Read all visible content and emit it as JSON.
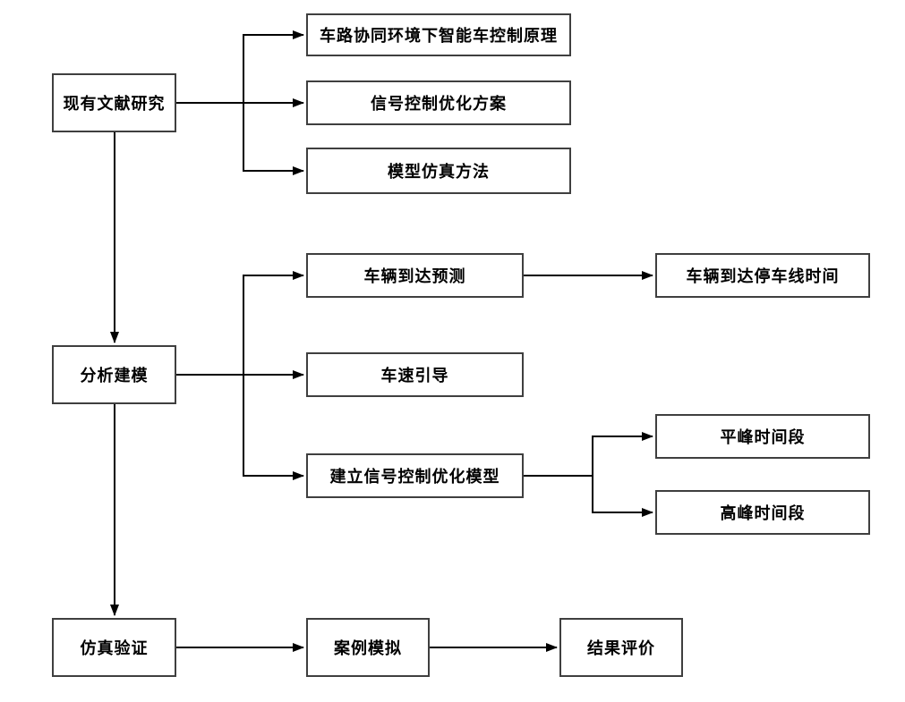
{
  "diagram": {
    "colors": {
      "background": "#ffffff",
      "node_fill": "#ffffff",
      "node_border": "#3f3f3f",
      "text": "#000000",
      "connector": "#000000"
    },
    "nodes": [
      {
        "id": "literature-research",
        "label": "现有文献研究"
      },
      {
        "id": "vehicle-road-principle",
        "label": "车路协同环境下智能车控制原理"
      },
      {
        "id": "signal-optimization-scheme",
        "label": "信号控制优化方案"
      },
      {
        "id": "model-simulation-method",
        "label": "模型仿真方法"
      },
      {
        "id": "analysis-modeling",
        "label": "分析建模"
      },
      {
        "id": "vehicle-arrival-prediction",
        "label": "车辆到达预测"
      },
      {
        "id": "arrival-stopline-time",
        "label": "车辆到达停车线时间"
      },
      {
        "id": "speed-guidance",
        "label": "车速引导"
      },
      {
        "id": "signal-optimization-model",
        "label": "建立信号控制优化模型"
      },
      {
        "id": "offpeak-period",
        "label": "平峰时间段"
      },
      {
        "id": "peak-period",
        "label": "高峰时间段"
      },
      {
        "id": "simulation-verification",
        "label": "仿真验证"
      },
      {
        "id": "case-simulation",
        "label": "案例模拟"
      },
      {
        "id": "result-evaluation",
        "label": "结果评价"
      }
    ],
    "edges": [
      {
        "from": "literature-research",
        "to": "vehicle-road-principle"
      },
      {
        "from": "literature-research",
        "to": "signal-optimization-scheme"
      },
      {
        "from": "literature-research",
        "to": "model-simulation-method"
      },
      {
        "from": "literature-research",
        "to": "analysis-modeling"
      },
      {
        "from": "analysis-modeling",
        "to": "vehicle-arrival-prediction"
      },
      {
        "from": "analysis-modeling",
        "to": "speed-guidance"
      },
      {
        "from": "analysis-modeling",
        "to": "signal-optimization-model"
      },
      {
        "from": "vehicle-arrival-prediction",
        "to": "arrival-stopline-time"
      },
      {
        "from": "signal-optimization-model",
        "to": "offpeak-period"
      },
      {
        "from": "signal-optimization-model",
        "to": "peak-period"
      },
      {
        "from": "analysis-modeling",
        "to": "simulation-verification"
      },
      {
        "from": "simulation-verification",
        "to": "case-simulation"
      },
      {
        "from": "case-simulation",
        "to": "result-evaluation"
      }
    ]
  }
}
